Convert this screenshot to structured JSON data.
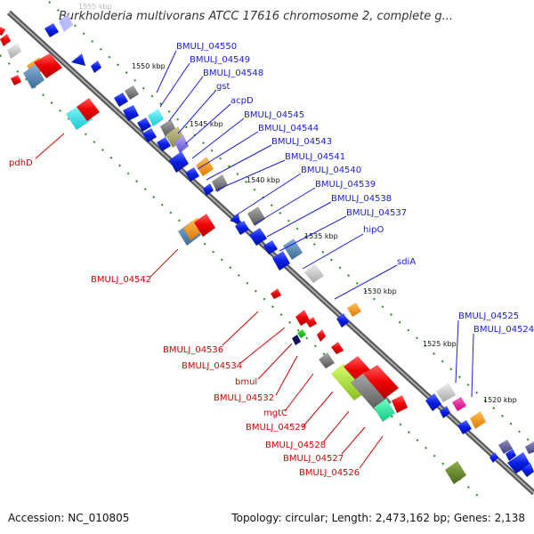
{
  "title": "Burkholderia multivorans ATCC 17616 chromosome 2, complete g...",
  "footer": {
    "accession": "Accession: NC_010805",
    "topology": "Topology: circular; Length: 2,473,162 bp; Genes: 2,138"
  },
  "ticks": [
    "1555 kbp",
    "1550 kbp",
    "1545 kbp",
    "1540 kbp",
    "1535 kbp",
    "1530 kbp",
    "1525 kbp",
    "1520 kbp"
  ],
  "genes_forward": [
    "BMULJ_04550",
    "BMULJ_04549",
    "BMULJ_04548",
    "gst",
    "acpD",
    "BMULJ_04545",
    "BMULJ_04544",
    "BMULJ_04543",
    "BMULJ_04541",
    "BMULJ_04540",
    "BMULJ_04539",
    "BMULJ_04538",
    "BMULJ_04537",
    "hipO",
    "sdiA",
    "BMULJ_04525",
    "BMULJ_04524"
  ],
  "genes_reverse": [
    "pdhD",
    "BMULJ_04542",
    "BMULJ_04536",
    "BMULJ_04534",
    "bmul",
    "BMULJ_04532",
    "mgtC",
    "BMULJ_04529",
    "BMULJ_04528",
    "BMULJ_04527",
    "BMULJ_04526"
  ],
  "colors": {
    "forward_label": "#1a1adc",
    "reverse_label": "#d40000",
    "backbone": "#888888",
    "tick_dots": "#1e8c1e"
  }
}
